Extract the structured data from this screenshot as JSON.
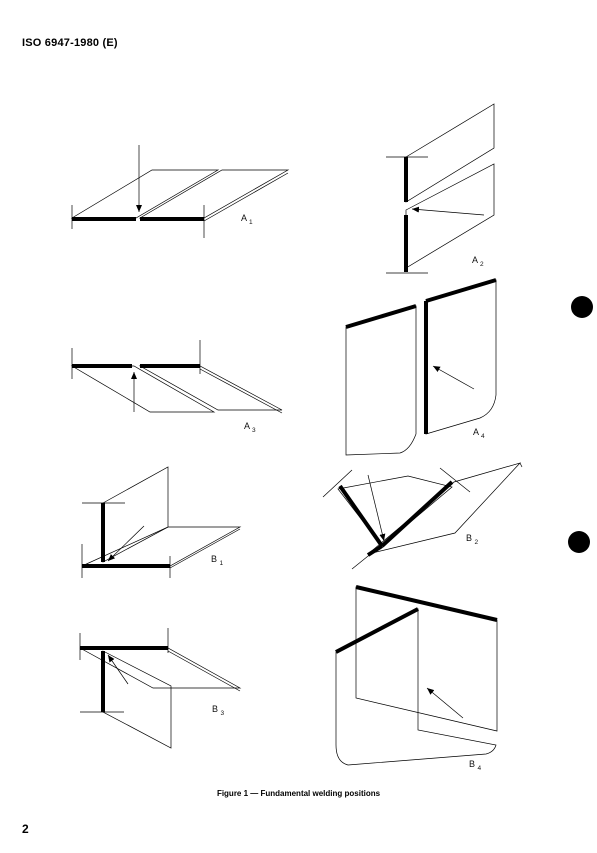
{
  "header": {
    "standard": "ISO 6947-1980 (E)"
  },
  "figures": {
    "a1": "A1",
    "a2": "A2",
    "a3": "A3",
    "a4": "A4",
    "b1": "B1",
    "b2": "B2",
    "b3": "B3",
    "b4": "B4"
  },
  "caption": "Figure 1 — Fundamental welding positions",
  "page_number": "2"
}
